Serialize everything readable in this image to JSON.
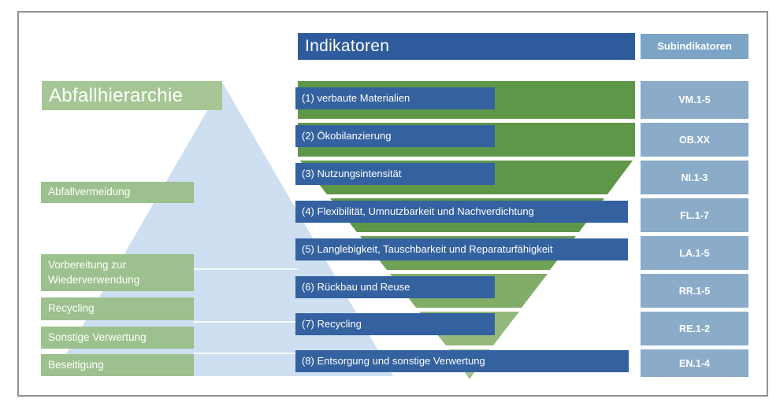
{
  "title": "Abfallhierarchie",
  "headers": {
    "indicators": "Indikatoren",
    "subindicators": "Subindikatoren"
  },
  "hierarchy_labels": [
    {
      "label": "Abfallvermeidung"
    },
    {
      "label": "Vorbereitung zur Wiederverwendung"
    },
    {
      "label": "Recycling"
    },
    {
      "label": "Sonstige Verwertung"
    },
    {
      "label": "Beseitigung"
    }
  ],
  "rows": [
    {
      "indicator": "(1) verbaute Materialien",
      "subindicator": "VM.1-5"
    },
    {
      "indicator": "(2) Ökobilanzierung",
      "subindicator": "OB.XX"
    },
    {
      "indicator": "(3) Nutzungsintensität",
      "subindicator": "NI.1-3"
    },
    {
      "indicator": "(4) Flexibilität, Umnutzbarkeit und Nachverdichtung",
      "subindicator": "FL.1-7"
    },
    {
      "indicator": "(5) Langlebigkeit, Tauschbarkeit und Reparaturfähigkeit",
      "subindicator": "LA.1-5"
    },
    {
      "indicator": "(6) Rückbau und Reuse",
      "subindicator": "RR.1-5"
    },
    {
      "indicator": "(7) Recycling",
      "subindicator": "RE.1-2"
    },
    {
      "indicator": "(8) Entsorgung und sonstige Verwertung",
      "subindicator": "EN.1-4"
    }
  ],
  "colors": {
    "frame_border": "#8f9194",
    "header_blue": "#2d5b9c",
    "bar_blue": "#34619f",
    "subheader_blue": "#7ba4c6",
    "subcell_blue": "#8aacc9",
    "title_green": "#a6c795",
    "label_green": "#9cc18e",
    "pyramid_blue": "#cddff1",
    "band_dark_green": "#5f9749",
    "band5_green": "#6fa156",
    "band6_green": "#82ad68",
    "band7_green": "#93b97b",
    "band8_green": "#a4c28c",
    "connector": "rgba(255,255,255,0.85)"
  }
}
